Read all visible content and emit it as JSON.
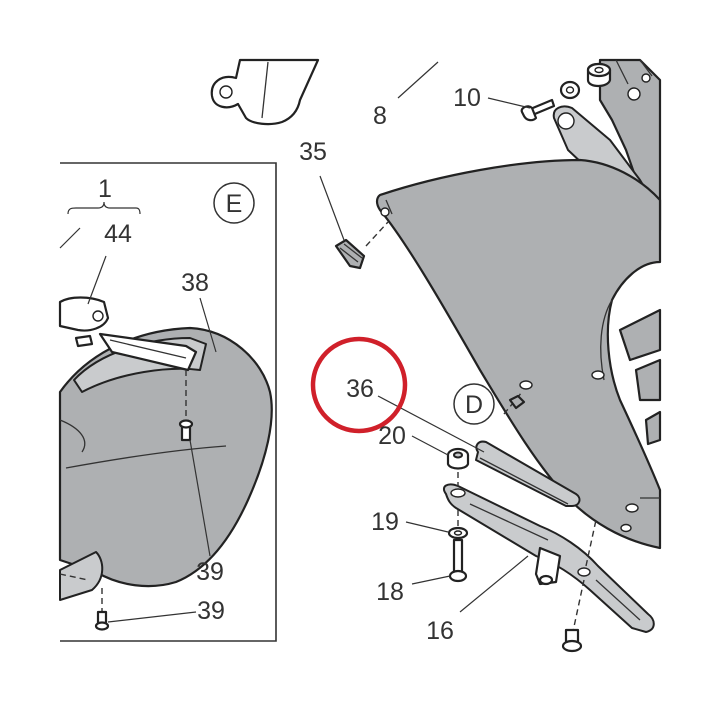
{
  "labels": {
    "part_8": "8",
    "part_10": "10",
    "part_35": "35",
    "part_1": "1",
    "part_44": "44",
    "part_38": "38",
    "part_39_upper": "39",
    "part_39_lower": "39",
    "part_36": "36",
    "part_20": "20",
    "part_19": "19",
    "part_18": "18",
    "part_16": "16"
  },
  "detail_markers": {
    "detail_e": "E",
    "detail_d": "D"
  },
  "colors": {
    "highlight_ring": "#d0202a",
    "part_fill": "#aeb0b2",
    "line": "#222222"
  }
}
